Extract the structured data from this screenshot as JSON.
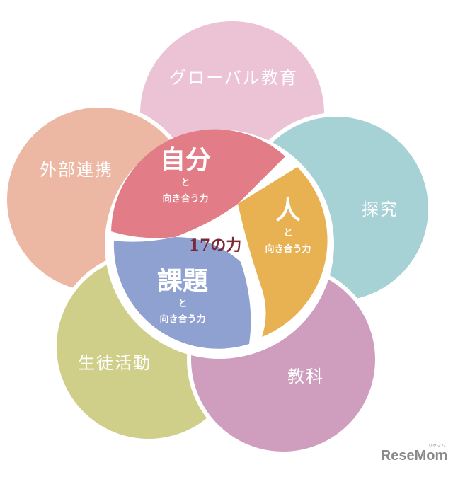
{
  "outer": [
    {
      "label": "グローバル教育",
      "color": "#ecc3d4"
    },
    {
      "label": "探究",
      "color": "#a6d1d5"
    },
    {
      "label": "教科",
      "color": "#cf9ebf"
    },
    {
      "label": "生徒活動",
      "color": "#cfcf8a"
    },
    {
      "label": "外部連携",
      "color": "#ecb7a3"
    }
  ],
  "inner": [
    {
      "title": "自分",
      "connector": "と",
      "sub": "向き合う力",
      "color": "#e27c86"
    },
    {
      "title": "人",
      "connector": "と",
      "sub": "向き合う力",
      "color": "#e8b252"
    },
    {
      "title": "課題",
      "connector": "と",
      "sub": "向き合う力",
      "color": "#8fa1d1"
    }
  ],
  "center": "17の力",
  "watermark": {
    "brand": "ReseMom",
    "small": "リセマム"
  }
}
